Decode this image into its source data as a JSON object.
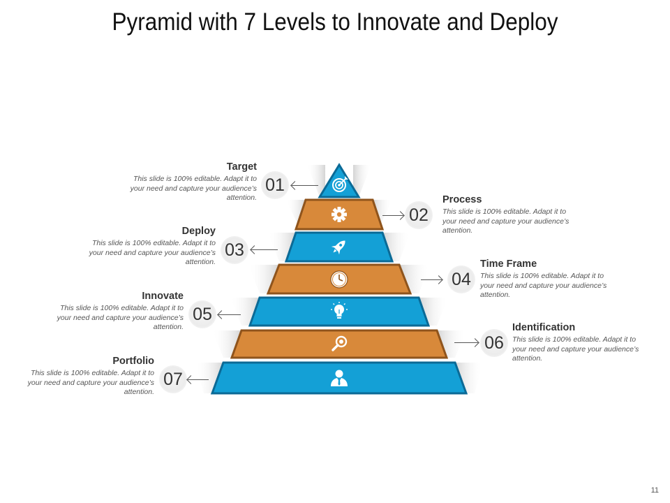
{
  "title": "Pyramid with 7 Levels to Innovate and Deploy",
  "page_number": "11",
  "colors": {
    "blue": "#14a0d6",
    "blue_border": "#0b6a96",
    "orange": "#d8893a",
    "orange_border": "#8f541c"
  },
  "levels": [
    {
      "number": "01",
      "heading": "Target",
      "text": "This slide is 100% editable. Adapt it to your need and capture your audience’s attention.",
      "icon": "target-icon",
      "color": "blue"
    },
    {
      "number": "02",
      "heading": "Process",
      "text": "This slide is 100% editable. Adapt it to your need and capture your audience’s attention.",
      "icon": "gear-icon",
      "color": "orange"
    },
    {
      "number": "03",
      "heading": "Deploy",
      "text": "This slide is 100% editable. Adapt it to your need and capture your audience’s attention.",
      "icon": "rocket-icon",
      "color": "blue"
    },
    {
      "number": "04",
      "heading": "Time Frame",
      "text": "This slide is 100% editable. Adapt it to your need and capture your audience’s attention.",
      "icon": "clock-icon",
      "color": "orange"
    },
    {
      "number": "05",
      "heading": "Innovate",
      "text": "This slide is 100% editable. Adapt it to your need and capture your audience’s attention.",
      "icon": "lightbulb-icon",
      "color": "blue"
    },
    {
      "number": "06",
      "heading": "Identification",
      "text": "This slide is 100% editable. Adapt it to your need and capture your audience’s attention.",
      "icon": "magnifier-icon",
      "color": "orange"
    },
    {
      "number": "07",
      "heading": "Portfolio",
      "text": "This slide is 100% editable. Adapt it to your need and capture your audience’s attention.",
      "icon": "person-icon",
      "color": "blue"
    }
  ]
}
